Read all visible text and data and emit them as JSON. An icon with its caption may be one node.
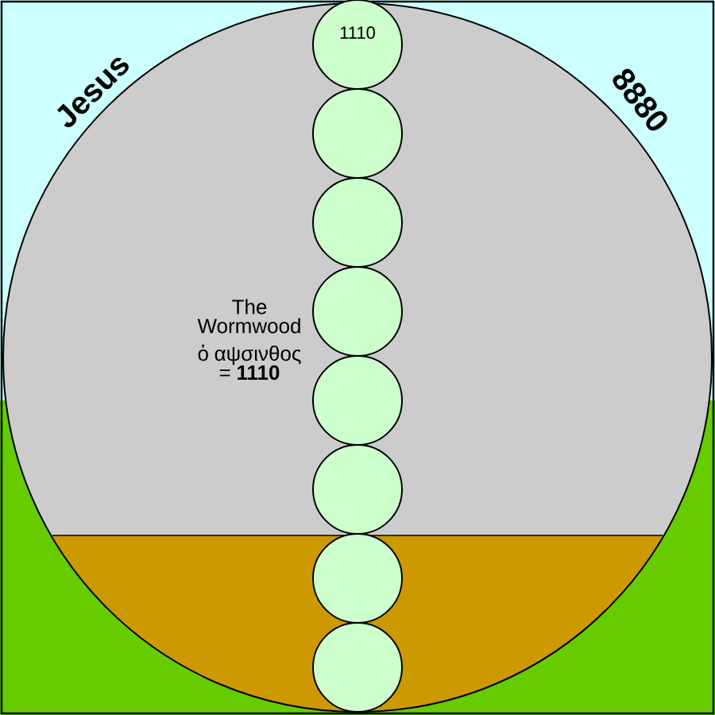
{
  "diagram": {
    "nodes": [
      {
        "text": [
          "1110"
        ]
      },
      {
        "text": [],
        "shape": "circle"
      },
      {
        "text": [],
        "shape": "circle"
      },
      {
        "text": [],
        "shape": "circle"
      },
      {
        "text": [],
        "shape": "circle"
      },
      {
        "text": [],
        "shape": "circle"
      },
      {
        "text": [],
        "shape": "circle"
      },
      {
        "text": [],
        "shape": "circle"
      }
    ],
    "edges": [],
    "labels": [
      "Jesus",
      "8880",
      "The Wormwood",
      "ὁ αψσινθος = **1110**"
    ]
  }
}
